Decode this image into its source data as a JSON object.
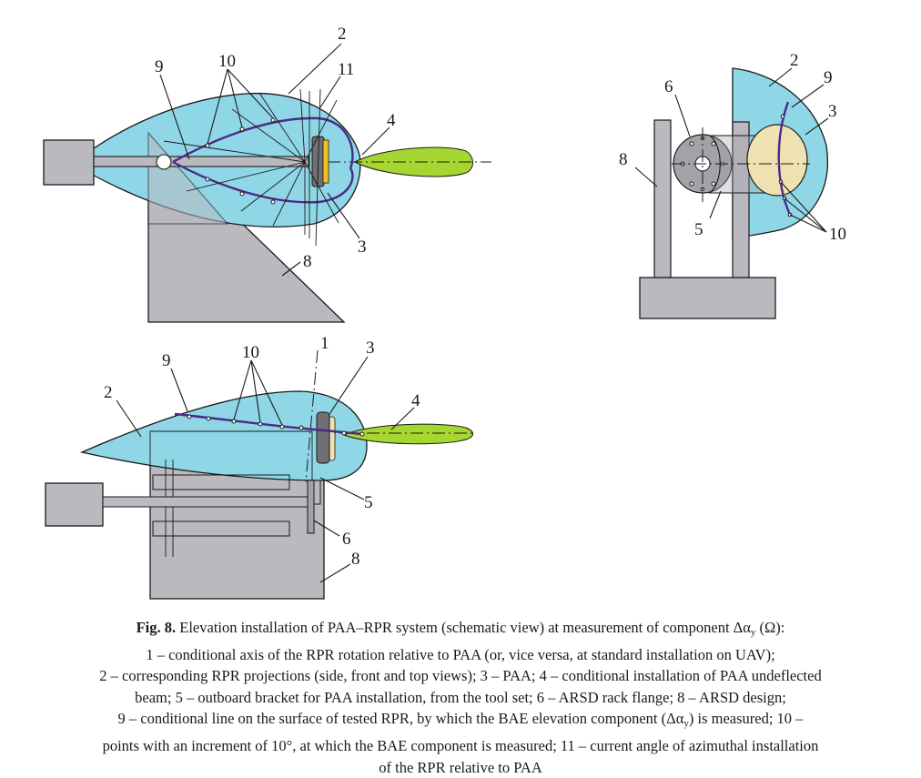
{
  "colors": {
    "radome": "#8fd6e6",
    "antenna_dark": "#6f6f74",
    "antenna_yellow": "#f2c020",
    "paa_front": "#efe2b2",
    "beam": "#a6d630",
    "line9": "#4b2a85",
    "structure": "#b9b9bf",
    "flange": "#a2a2a8"
  },
  "labels": {
    "side_view": {
      "n2": "2",
      "n9": "9",
      "n10": "10",
      "n11": "11",
      "n4": "4",
      "n3": "3",
      "n8": "8"
    },
    "front_view": {
      "n6": "6",
      "n2": "2",
      "n9": "9",
      "n3": "3",
      "n8": "8",
      "n5": "5",
      "n10": "10"
    },
    "top_view": {
      "n1": "1",
      "n9": "9",
      "n10": "10",
      "n3": "3",
      "n2": "2",
      "n4": "4",
      "n5": "5",
      "n6": "6",
      "n8": "8"
    }
  },
  "caption": {
    "prefix": "Fig. 8.",
    "line1_main": " Elevation installation of PAA–RPR system (schematic view) at measurement of component Δα",
    "line1_sub": "y",
    "line1_end": " (Ω):",
    "line2": "1 – conditional axis of the RPR rotation relative to PAA (or, vice versa, at standard installation on UAV);",
    "line3": "2 – corresponding RPR projections (side, front and top views); 3 – PAA; 4 – conditional installation of PAA undeflected",
    "line4": "beam; 5 – outboard bracket for PAA installation, from the tool set; 6 – ARSD rack flange; 8 – ARSD design;",
    "line5_a": "9 – conditional line on the surface of tested RPR, by which the BAE elevation component (Δα",
    "line5_sub": "y",
    "line5_b": ") is measured; 10 –",
    "line6": "points with an increment of 10°, at which the BAE component is measured; 11 – current angle of azimuthal installation",
    "line7": "of the RPR relative to PAA"
  }
}
